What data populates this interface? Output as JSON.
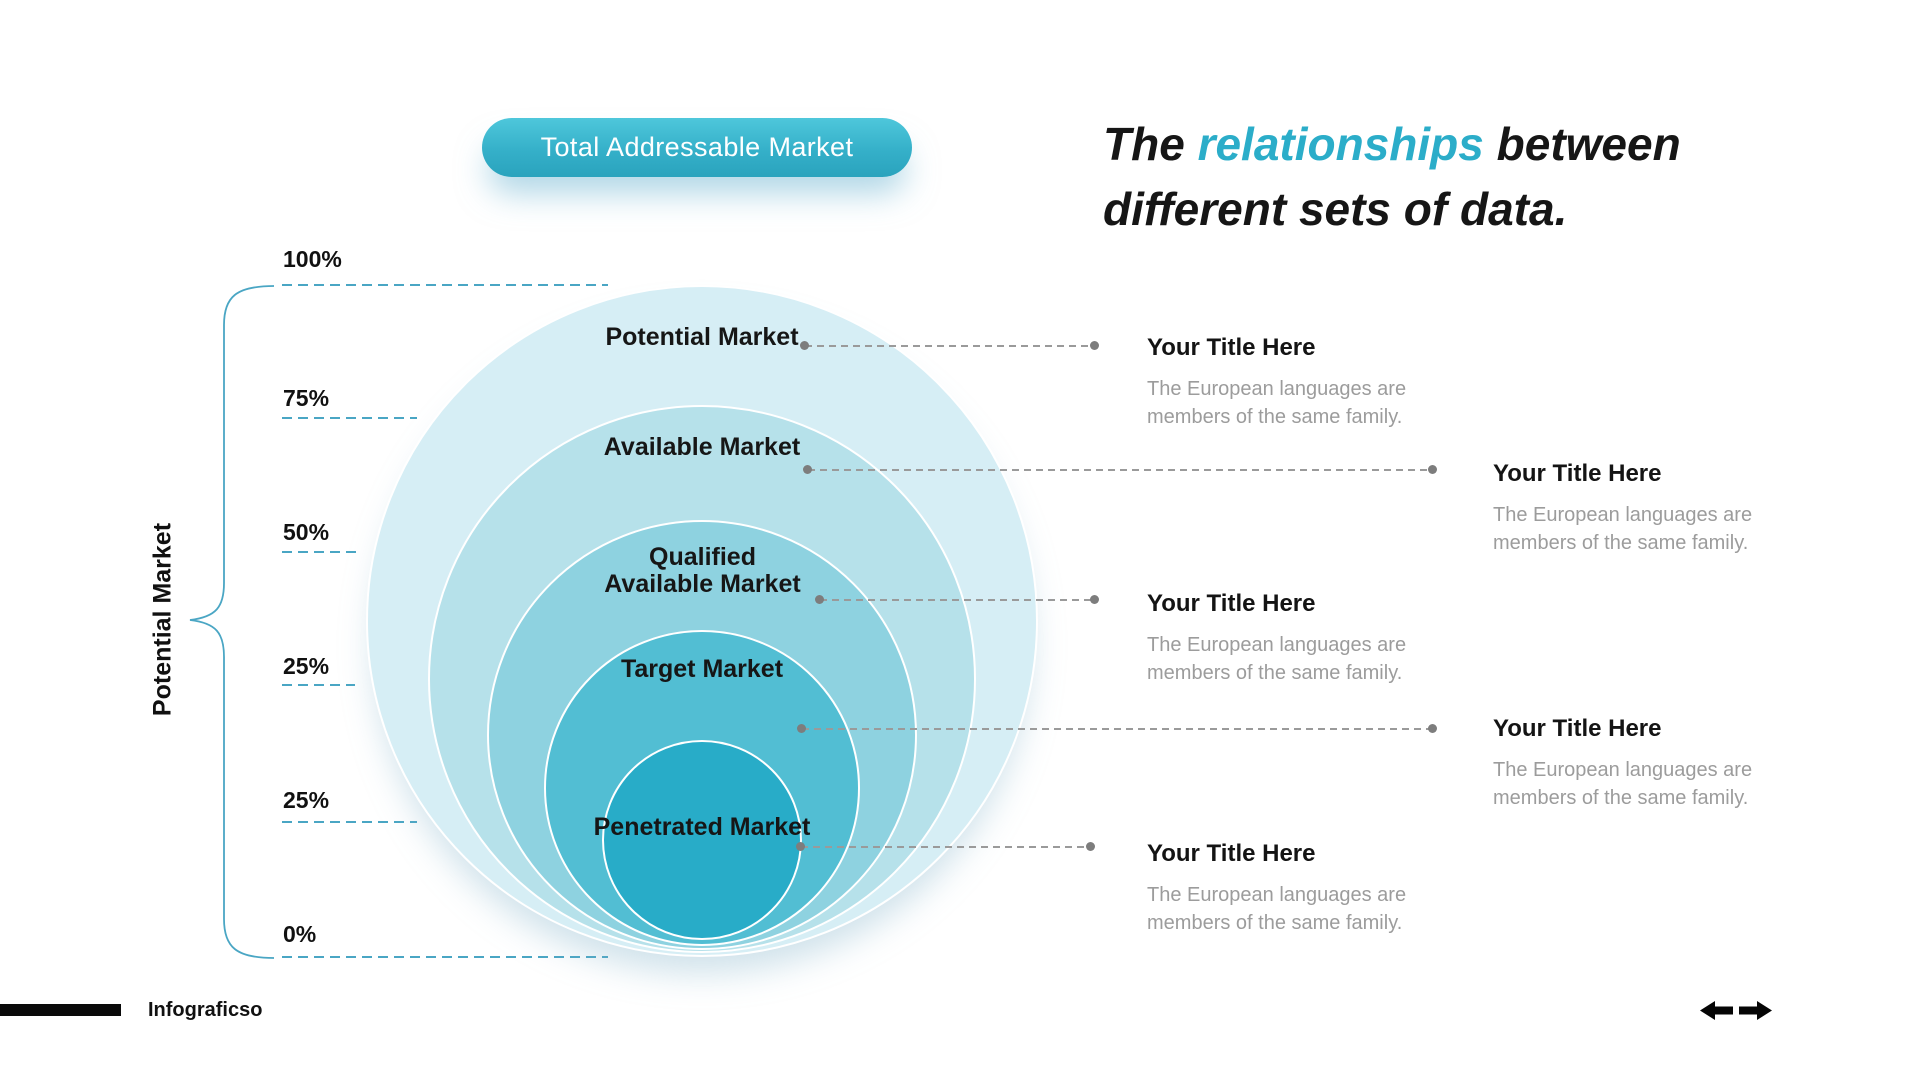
{
  "pill": {
    "label": "Total Addressable Market"
  },
  "heading": {
    "pre": "The",
    "highlight": "relationships",
    "post": "between",
    "line2": "different sets of data."
  },
  "axis": {
    "side_label": "Potential Market",
    "ticks": [
      "100%",
      "75%",
      "50%",
      "25%",
      "25%",
      "0%"
    ]
  },
  "rings": [
    {
      "name": "Potential Market",
      "color": "#d6eef5"
    },
    {
      "name": "Available Market",
      "color": "#b6e1ea"
    },
    {
      "name": "Qualified Available Market",
      "color": "#8ed2e0"
    },
    {
      "name": "Target Market",
      "color": "#52bed3"
    },
    {
      "name": "Penetrated Market",
      "color": "#28acc8"
    }
  ],
  "callouts": [
    {
      "title": "Your Title Here",
      "body": "The European languages are members of the same family."
    },
    {
      "title": "Your Title Here",
      "body": "The European languages are members of the same family."
    },
    {
      "title": "Your Title Here",
      "body": "The European languages are members of the same family."
    },
    {
      "title": "Your Title Here",
      "body": "The European languages are members of the same family."
    },
    {
      "title": "Your Title Here",
      "body": "The European languages are members of the same family."
    }
  ],
  "footer": {
    "brand": "Infograficso",
    "icons": [
      "back-arrow-icon",
      "forward-arrow-icon"
    ]
  },
  "colors": {
    "accent_teal": "#2badc9",
    "pill_gradient_top": "#4ec7db",
    "pill_gradient_bottom": "#2aa3bd",
    "axis_dash": "#4aa6c4",
    "connector_gray": "#9a9a9a",
    "text_black": "#161616",
    "text_gray": "#9c9c9c"
  }
}
